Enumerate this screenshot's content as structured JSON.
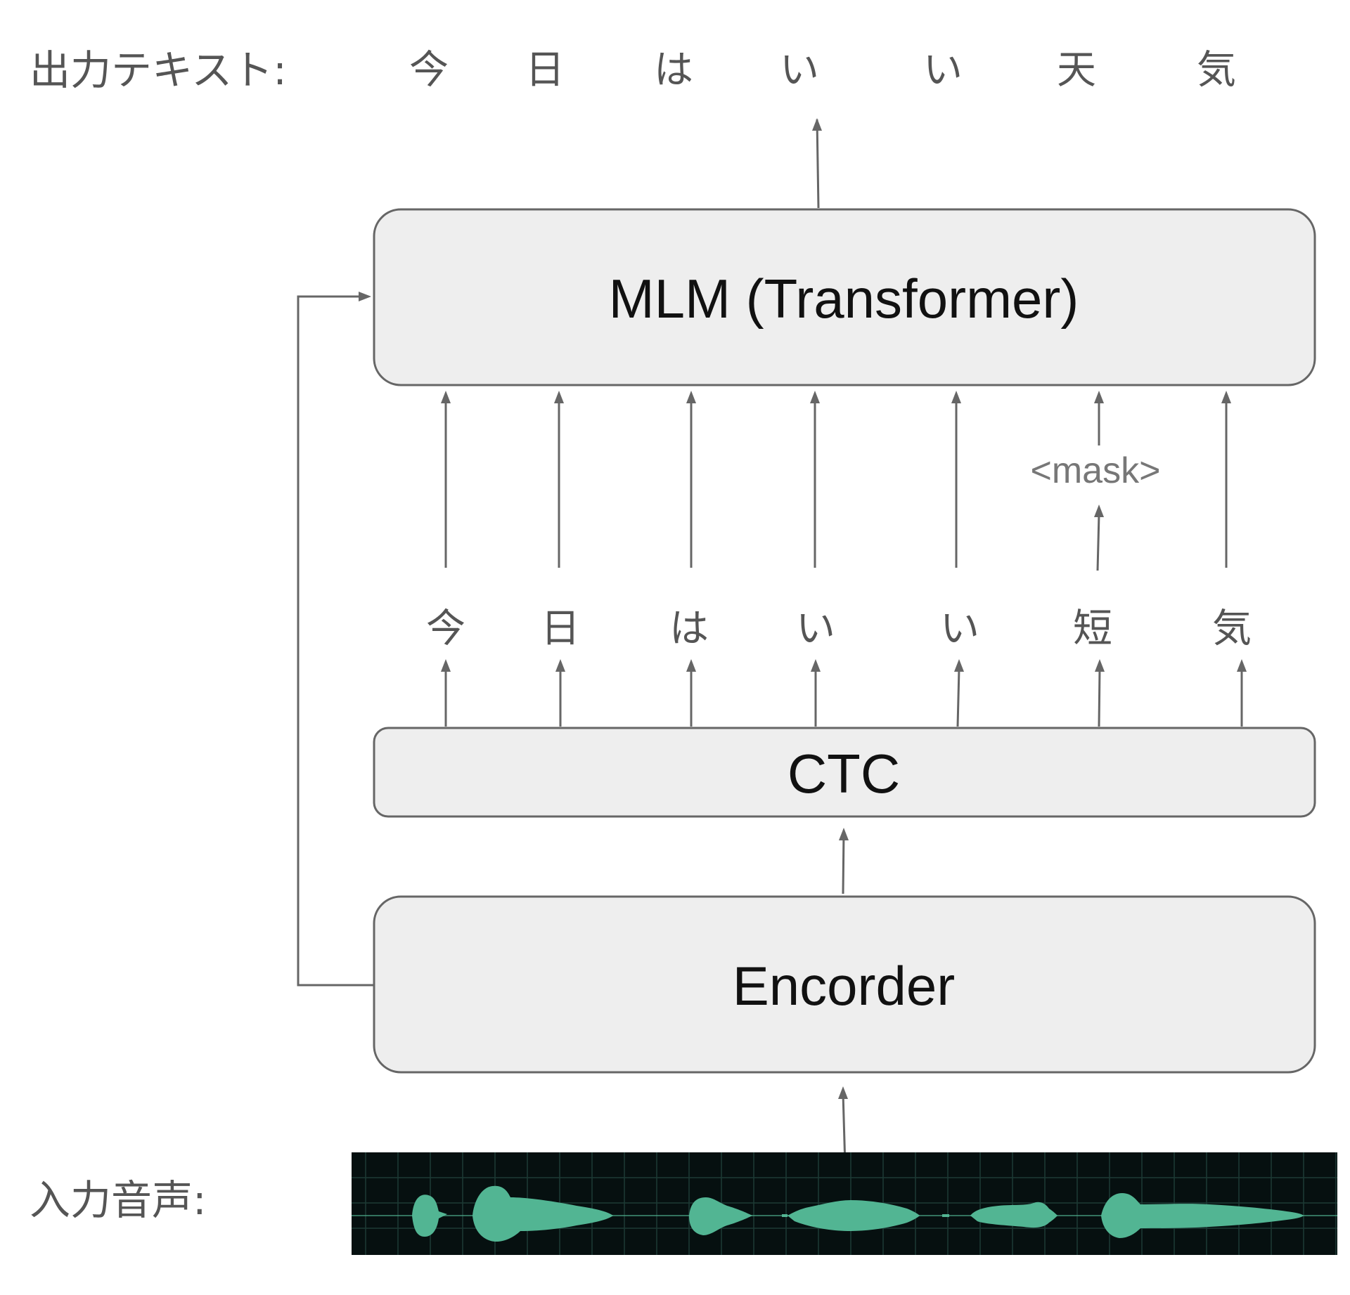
{
  "labels": {
    "output_text": "出力テキスト:",
    "input_audio": "入力音声:"
  },
  "output_tokens": [
    "今",
    "日",
    "は",
    "い",
    "い",
    "天",
    "気"
  ],
  "ctc_tokens": [
    "今",
    "日",
    "は",
    "い",
    "い",
    "短",
    "気"
  ],
  "mask_token": "<mask>",
  "blocks": {
    "mlm": "MLM (Transformer)",
    "ctc": "CTC",
    "encoder": "Encorder"
  },
  "colors": {
    "box_fill": "#eeeeee",
    "box_stroke": "#666666",
    "waveform": "#52b593",
    "waveform_bg": "#061010"
  }
}
